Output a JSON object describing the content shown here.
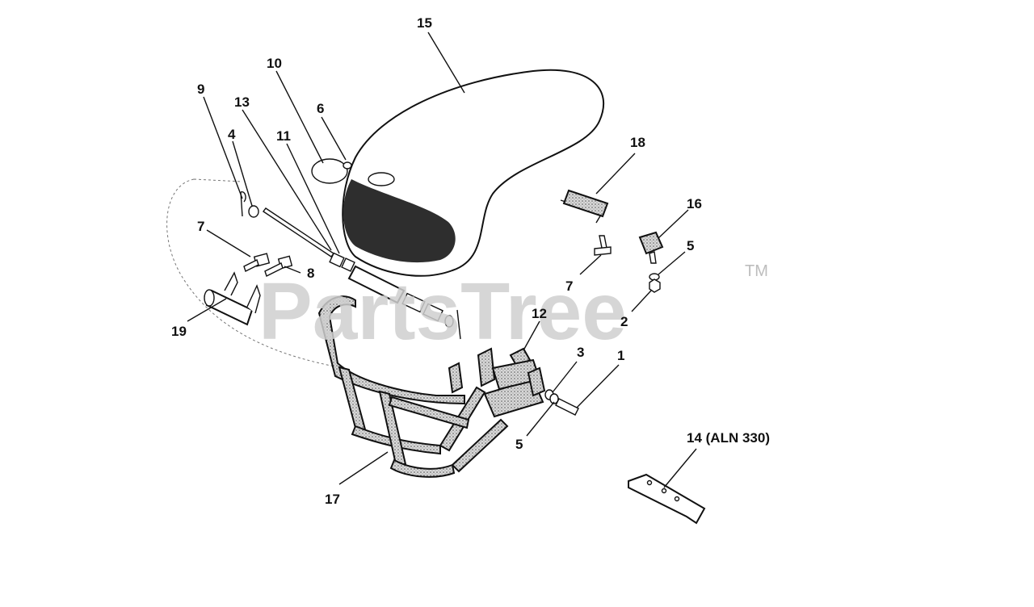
{
  "watermark": {
    "text": "PartsTree",
    "trademark": "TM"
  },
  "callouts": [
    {
      "id": "c15",
      "text": "15"
    },
    {
      "id": "c10",
      "text": "10"
    },
    {
      "id": "c9",
      "text": "9"
    },
    {
      "id": "c13",
      "text": "13"
    },
    {
      "id": "c6",
      "text": "6"
    },
    {
      "id": "c4",
      "text": "4"
    },
    {
      "id": "c11",
      "text": "11"
    },
    {
      "id": "c18",
      "text": "18"
    },
    {
      "id": "c16",
      "text": "16"
    },
    {
      "id": "c7a",
      "text": "7"
    },
    {
      "id": "c5a",
      "text": "5"
    },
    {
      "id": "c8",
      "text": "8"
    },
    {
      "id": "c7b",
      "text": "7"
    },
    {
      "id": "c19",
      "text": "19"
    },
    {
      "id": "c2",
      "text": "2"
    },
    {
      "id": "c12",
      "text": "12"
    },
    {
      "id": "c3",
      "text": "3"
    },
    {
      "id": "c1",
      "text": "1"
    },
    {
      "id": "c5b",
      "text": "5"
    },
    {
      "id": "c14",
      "text": "14 (ALN 330)"
    },
    {
      "id": "c17",
      "text": "17"
    }
  ]
}
